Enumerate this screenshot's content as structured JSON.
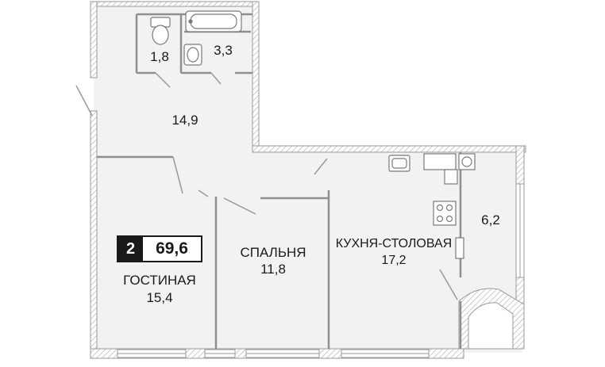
{
  "apartment": {
    "rooms_count": "2",
    "total_area": "69,6"
  },
  "rooms": {
    "wc": {
      "area": "1,8"
    },
    "bathroom": {
      "area": "3,3"
    },
    "hall": {
      "area": "14,9"
    },
    "living_room": {
      "name": "ГОСТИНАЯ",
      "area": "15,4"
    },
    "bedroom": {
      "name": "СПАЛЬНЯ",
      "area": "11,8"
    },
    "kitchen": {
      "name": "КУХНЯ-СТОЛОВАЯ",
      "area": "17,2"
    },
    "balcony": {
      "area": "6,2"
    }
  },
  "colors": {
    "floor": "#f2f2f1",
    "wall": "#9a9a9a",
    "hatch": "#c8c8c8",
    "text": "#1a1a1a"
  }
}
